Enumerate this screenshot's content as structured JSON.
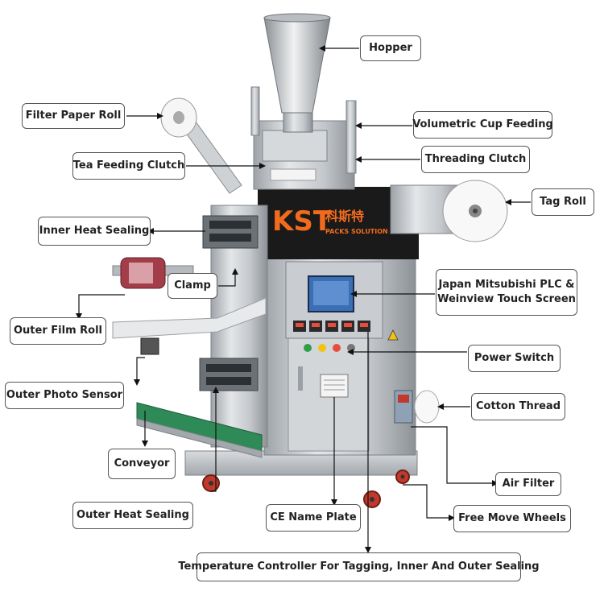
{
  "brand": {
    "logo_text": "KST",
    "chinese_name": "科斯特",
    "tagline": "PACKS SOLUTION"
  },
  "labels": {
    "hopper": "Hopper",
    "filter_paper_roll": "Filter Paper Roll",
    "volumetric_cup_feeding": "Volumetric Cup Feeding",
    "tea_feeding_clutch": "Tea Feeding Clutch",
    "threading_clutch": "Threading Clutch",
    "tag_roll": "Tag Roll",
    "inner_heat_sealing": "Inner Heat Sealing",
    "clamp": "Clamp",
    "plc_line1": "Japan Mitsubishi PLC &",
    "plc_line2": "Weinview Touch Screen",
    "outer_film_roll": "Outer Film  Roll",
    "power_switch": "Power Switch",
    "outer_photo_sensor": "Outer Photo Sensor",
    "cotton_thread": "Cotton Thread",
    "conveyor": "Conveyor",
    "air_filter": "Air Filter",
    "outer_heat_sealing": "Outer Heat Sealing",
    "ce_name_plate": "CE Name Plate",
    "free_move_wheels": "Free Move Wheels",
    "temperature_controller": "Temperature Controller For Tagging, Inner And Outer Sealing"
  },
  "colors": {
    "logo_orange": "#f26b1d",
    "panel_black": "#1a1a1a",
    "steel": "#bfc3c7",
    "conveyor_green": "#2e8b57",
    "wheel_red": "#c0392b",
    "screen_blue": "#3b6fb5"
  }
}
